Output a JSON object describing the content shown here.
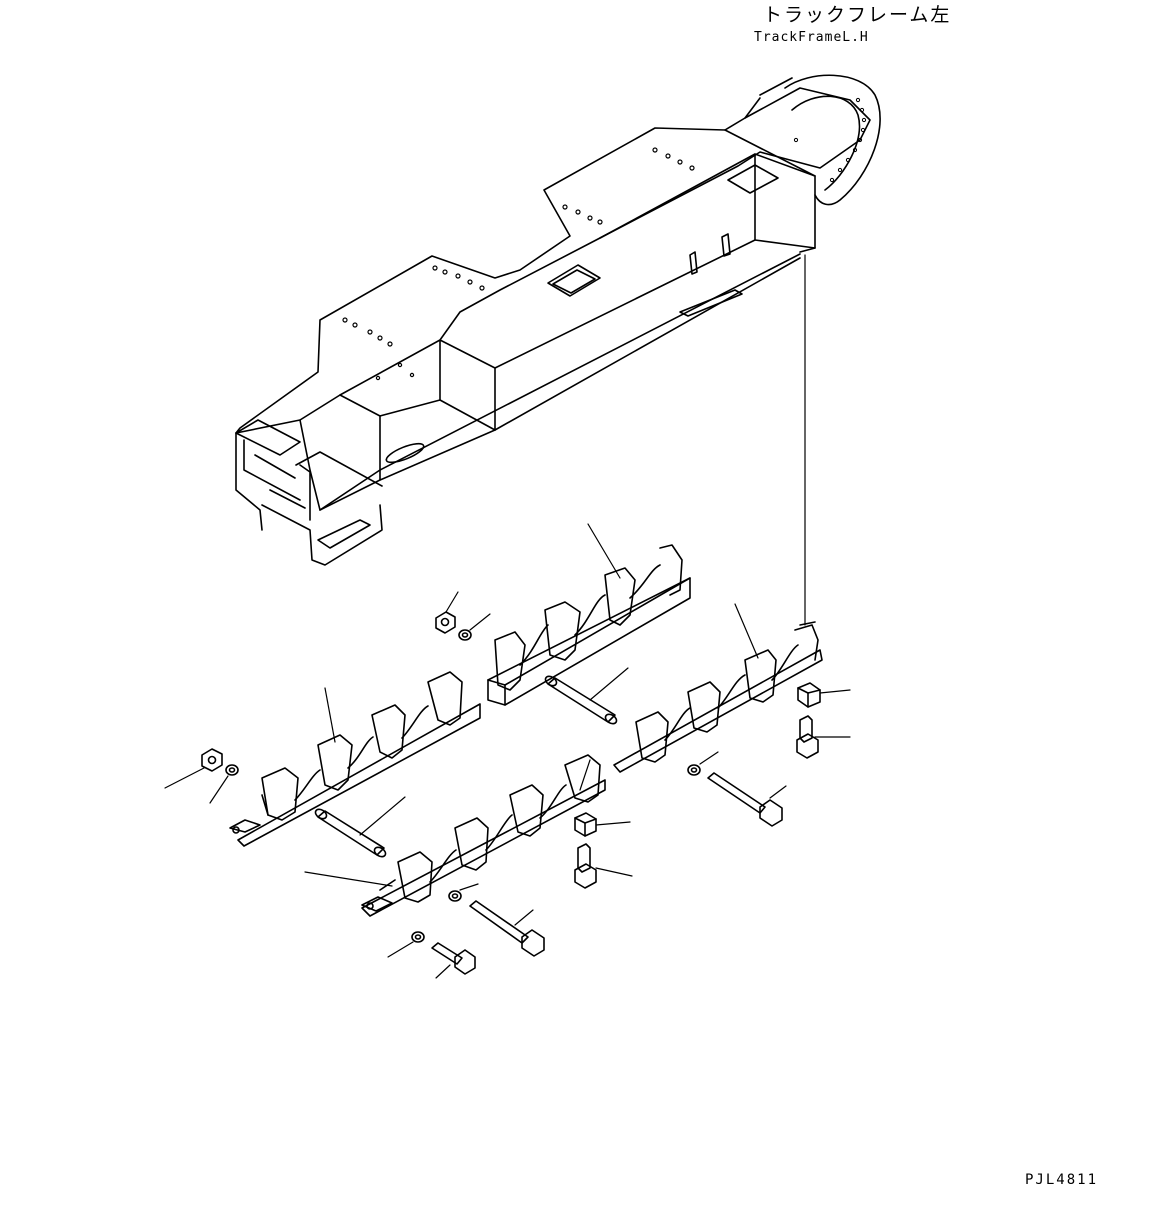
{
  "header": {
    "title_jp": "トラックフレーム左",
    "title_en": "TrackFrameL.H"
  },
  "footer": {
    "figure_code": "PJL4811"
  },
  "colors": {
    "line": "#000000",
    "background": "#ffffff"
  }
}
